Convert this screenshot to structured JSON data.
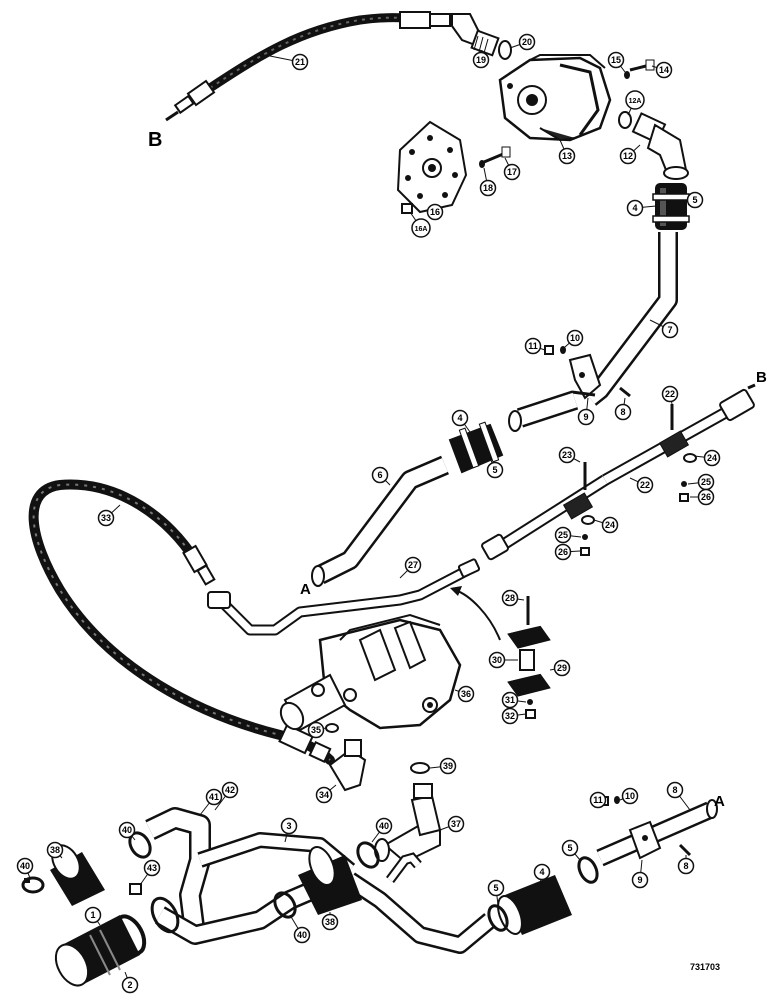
{
  "figure_number": "731703",
  "connection_letters": {
    "B_top": "B",
    "B_right": "B",
    "A_mid": "A",
    "A_right": "A"
  },
  "callouts": [
    {
      "id": "c21",
      "label": "21"
    },
    {
      "id": "c19",
      "label": "19"
    },
    {
      "id": "c20",
      "label": "20"
    },
    {
      "id": "c15",
      "label": "15"
    },
    {
      "id": "c14",
      "label": "14"
    },
    {
      "id": "c12a",
      "label": "12A"
    },
    {
      "id": "c12",
      "label": "12"
    },
    {
      "id": "c13",
      "label": "13"
    },
    {
      "id": "c16",
      "label": "16"
    },
    {
      "id": "c16a",
      "label": "16A"
    },
    {
      "id": "c18",
      "label": "18"
    },
    {
      "id": "c17",
      "label": "17"
    },
    {
      "id": "c4a",
      "label": "4"
    },
    {
      "id": "c5a",
      "label": "5"
    },
    {
      "id": "c7",
      "label": "7"
    },
    {
      "id": "c10a",
      "label": "10"
    },
    {
      "id": "c11a",
      "label": "11"
    },
    {
      "id": "c9a",
      "label": "9"
    },
    {
      "id": "c8a",
      "label": "8"
    },
    {
      "id": "c4b",
      "label": "4"
    },
    {
      "id": "c5b",
      "label": "5"
    },
    {
      "id": "c6",
      "label": "6"
    },
    {
      "id": "c22a",
      "label": "22"
    },
    {
      "id": "c24a",
      "label": "24"
    },
    {
      "id": "c25a",
      "label": "25"
    },
    {
      "id": "c26a",
      "label": "26"
    },
    {
      "id": "c23",
      "label": "23"
    },
    {
      "id": "c22b",
      "label": "22"
    },
    {
      "id": "c24b",
      "label": "24"
    },
    {
      "id": "c25b",
      "label": "25"
    },
    {
      "id": "c26b",
      "label": "26"
    },
    {
      "id": "c33",
      "label": "33"
    },
    {
      "id": "c27",
      "label": "27"
    },
    {
      "id": "c28",
      "label": "28"
    },
    {
      "id": "c30a",
      "label": "30"
    },
    {
      "id": "c29",
      "label": "29"
    },
    {
      "id": "c31",
      "label": "31"
    },
    {
      "id": "c32",
      "label": "32"
    },
    {
      "id": "c36",
      "label": "36"
    },
    {
      "id": "c35",
      "label": "35"
    },
    {
      "id": "c34",
      "label": "34"
    },
    {
      "id": "c39",
      "label": "39"
    },
    {
      "id": "c37",
      "label": "37"
    },
    {
      "id": "c41",
      "label": "41"
    },
    {
      "id": "c42",
      "label": "42"
    },
    {
      "id": "c3",
      "label": "3"
    },
    {
      "id": "c40a",
      "label": "40"
    },
    {
      "id": "c38a",
      "label": "38"
    },
    {
      "id": "c40b",
      "label": "40"
    },
    {
      "id": "c43",
      "label": "43"
    },
    {
      "id": "c1",
      "label": "1"
    },
    {
      "id": "c2",
      "label": "2"
    },
    {
      "id": "c40c",
      "label": "40"
    },
    {
      "id": "c38b",
      "label": "38"
    },
    {
      "id": "c40d",
      "label": "40"
    },
    {
      "id": "c5c",
      "label": "5"
    },
    {
      "id": "c4c",
      "label": "4"
    },
    {
      "id": "c5d",
      "label": "5"
    },
    {
      "id": "c9b",
      "label": "9"
    },
    {
      "id": "c8b",
      "label": "8"
    },
    {
      "id": "c11b",
      "label": "11"
    },
    {
      "id": "c10b",
      "label": "10"
    },
    {
      "id": "c8c",
      "label": "8"
    }
  ]
}
